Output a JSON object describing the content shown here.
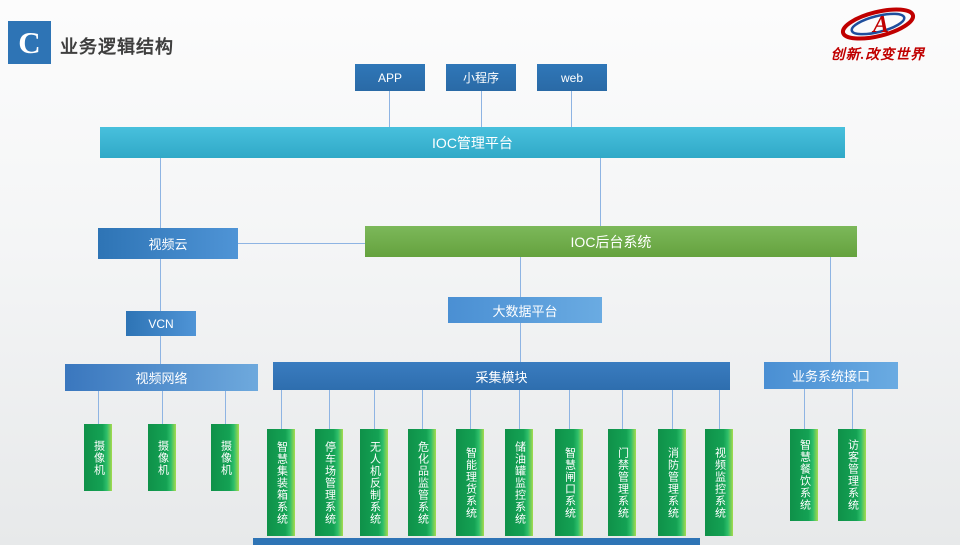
{
  "header": {
    "section_marker": "C",
    "title": "业务逻辑结构"
  },
  "brand": {
    "slogan": "创新.改变世界"
  },
  "diagram": {
    "clients": [
      "APP",
      "小程序",
      "web"
    ],
    "management_platform": "IOC管理平台",
    "video_cloud": "视频云",
    "backend_system": "IOC后台系统",
    "big_data_platform": "大数据平台",
    "vcn": "VCN",
    "video_network": "视频网络",
    "collection_module": "采集模块",
    "business_interface": "业务系统接口",
    "cameras": [
      "摄像机",
      "摄像机",
      "摄像机"
    ],
    "collection_systems": [
      "智慧集装箱系统",
      "停车场管理系统",
      "无人机反制系统",
      "危化品监管系统",
      "智能理货系统",
      "储油罐监控系统",
      "智慧闸口系统",
      "门禁管理系统",
      "消防管理系统",
      "视频监控系统"
    ],
    "interface_systems": [
      "智慧餐饮系统",
      "访客管理系统"
    ]
  },
  "colors": {
    "accent_blue": "#2E74B5",
    "light_blue": "#4A8FD3",
    "cyan_bar": "#3BB6D4",
    "green_bar": "#70AD47",
    "green_node": "#14A254",
    "connector": "#8EB4E3",
    "brand_red": "#C00000"
  }
}
